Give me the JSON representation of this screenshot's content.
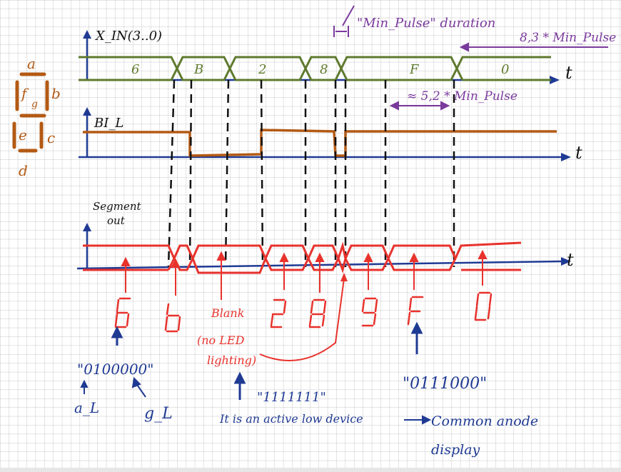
{
  "colors": {
    "olive": "#5e7a2e",
    "brown": "#b35a14",
    "red": "#e8322c",
    "navy": "#1f3a93",
    "purple": "#7a3a9c",
    "black": "#111111",
    "grid": "#c8c8c8"
  },
  "legend": {
    "seg_a": "a",
    "seg_b": "b",
    "seg_c": "c",
    "seg_d": "d",
    "seg_e": "e",
    "seg_f": "f",
    "seg_g": "g"
  },
  "signals": {
    "x_in": {
      "label": "X_IN(3..0)",
      "axis": "t",
      "values": [
        "6",
        "B",
        "2",
        "8",
        "F",
        "0"
      ]
    },
    "bi_l": {
      "label": "BI_L",
      "axis": "t"
    },
    "segment": {
      "label_1": "Segment",
      "label_2": "out",
      "axis": "t"
    }
  },
  "annotations": {
    "min_pulse": "\"Min_Pulse\" duration",
    "eight_three": "8,3 * Min_Pulse",
    "five_two": "≈ 5,2 * Min_Pulse",
    "blank_1": "Blank",
    "blank_2": "(no LED",
    "blank_3": "lighting)",
    "code_6": "\"0100000\"",
    "code_blank": "\"1111111\"",
    "code_f": "\"0111000\"",
    "a_l": "a_L",
    "g_l": "g_L",
    "note_1": "It is an active low device",
    "note_2": "Common anode",
    "note_3": "display"
  }
}
